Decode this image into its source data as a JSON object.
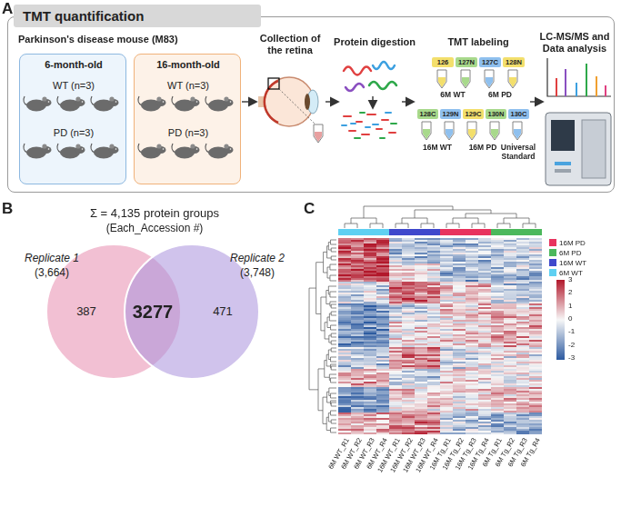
{
  "diagram": {
    "nodes": [
      {
        "text": [
          "TMT quantification"
        ]
      },
      {
        "text": [
          "6-month-old",
          "WT (n=3)",
          "PD (n=3)"
        ],
        "in": 0
      },
      {
        "text": [
          "16-month-old",
          "WT (n=3)",
          "PD (n=3)"
        ],
        "in": 0
      },
      {
        "text": [
          "126"
        ],
        "in": 0
      },
      {
        "text": [
          "127N"
        ],
        "in": 0
      },
      {
        "text": [
          "127C"
        ],
        "in": 0
      },
      {
        "text": [
          "128N"
        ],
        "in": 0
      },
      {
        "text": [
          "128C"
        ],
        "in": 0
      },
      {
        "text": [
          "129N"
        ],
        "in": 0
      },
      {
        "text": [
          "129C"
        ],
        "in": 0
      },
      {
        "text": [
          "130N"
        ],
        "in": 0
      },
      {
        "text": [
          "130C"
        ],
        "in": 0
      },
      {
        "text": [
          "Replicate 1",
          "(3,664)",
          "387"
        ]
      },
      {
        "text": [
          "Replicate 2",
          "(3,748)",
          "471"
        ]
      }
    ],
    "labels": [
      "A",
      "Parkinson's disease mouse (M83)",
      "Collection of the retina",
      "Protein digestion",
      "TMT labeling",
      "LC-MS/MS and Data analysis",
      "6M WT",
      "6M PD",
      "16M WT",
      "16M PD",
      "Universal Standard",
      "B",
      "Σ = 4,135 protein groups",
      "(Each_Accession #)",
      "3277",
      "C",
      "6M WT_R1",
      "6M WT_R2",
      "6M WT_R3",
      "6M WT_R4",
      "16M WT_R1",
      "16M WT_R2",
      "16M WT_R3",
      "16M WT_R4",
      "16M Tg_R1",
      "16M Tg_R2",
      "16M Tg_R3",
      "16M Tg_R4",
      "6M Tg_R1",
      "6M Tg_R2",
      "6M Tg_R3",
      "6M Tg_R4",
      "3",
      "2",
      "1",
      "0",
      "-1",
      "-2",
      "-3"
    ],
    "legend": [
      {
        "text": "16M PD",
        "color": "#e8335e"
      },
      {
        "text": "6M PD",
        "color": "#4cb85c"
      },
      {
        "text": "16M WT",
        "color": "#3f48cc"
      },
      {
        "text": "6M WT",
        "color": "#5fd0f2"
      }
    ]
  }
}
